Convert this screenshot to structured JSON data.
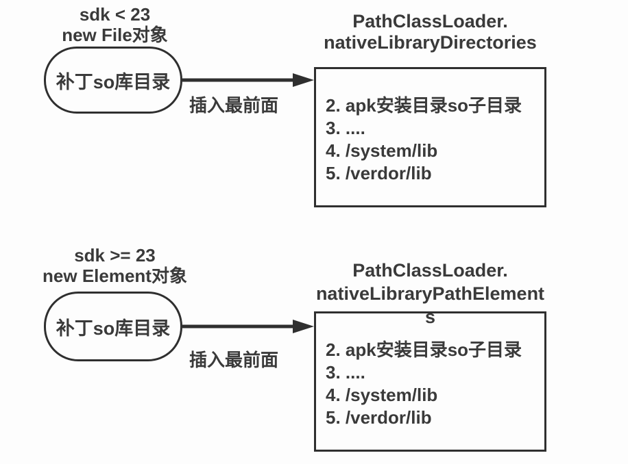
{
  "diagram": {
    "colors": {
      "ink": "#3a3a3a",
      "border": "#2f2f2f",
      "background": "#fdfdfd"
    },
    "flows": [
      {
        "condition_line1": "sdk < 23",
        "condition_line2": "new File对象",
        "node_label": "补丁so库目录",
        "arrow_label": "插入最前面",
        "target_title_lines": {
          "0": "PathClassLoader.",
          "1": "nativeLibraryDirectories"
        },
        "list_items": {
          "0": "2. apk安装目录so子目录",
          "1": "3. ....",
          "2": "4. /system/lib",
          "3": "5. /verdor/lib"
        }
      },
      {
        "condition_line1": "sdk >= 23",
        "condition_line2": "new Element对象",
        "node_label": "补丁so库目录",
        "arrow_label": "插入最前面",
        "target_title_lines": {
          "0": "PathClassLoader.",
          "1": "nativeLibraryPathElement",
          "2": "s"
        },
        "list_items": {
          "0": "2. apk安装目录so子目录",
          "1": "3. ....",
          "2": "4. /system/lib",
          "3": "5. /verdor/lib"
        }
      }
    ]
  }
}
